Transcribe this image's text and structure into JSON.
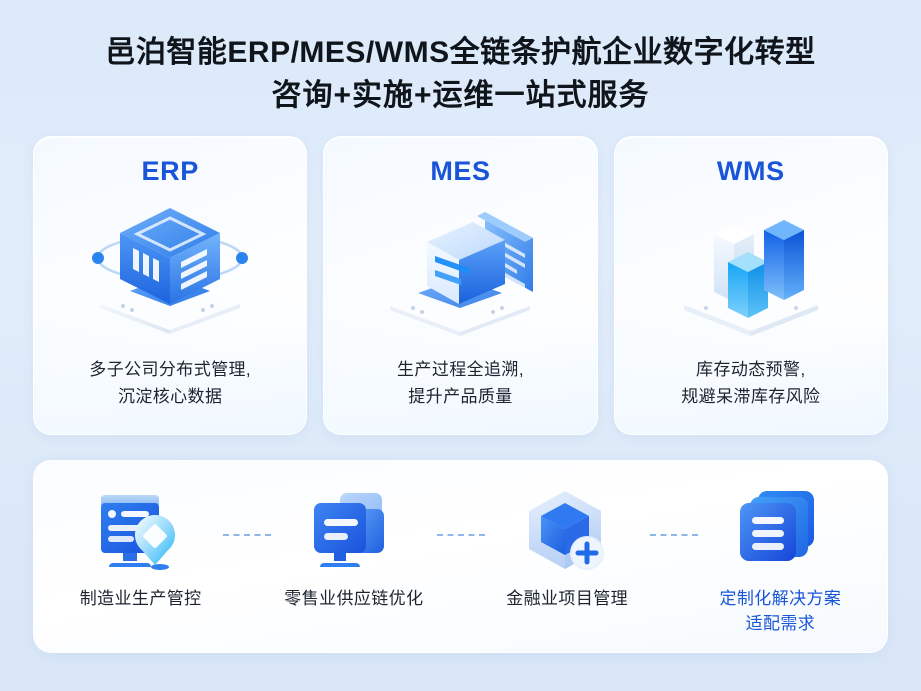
{
  "title": {
    "line1": "邑泊智能ERP/MES/WMS全链条护航企业数字化转型",
    "line2": "咨询+实施+运维一站式服务"
  },
  "colors": {
    "accent_blue": "#1a55d8",
    "page_background": "#dce9f8",
    "card_background": "#ffffff",
    "text_dark": "#1d2430",
    "connector": "#8fb6e8"
  },
  "cards": [
    {
      "heading": "ERP",
      "icon": "isometric-cube-server-icon",
      "desc_line1": "多子公司分布式管理,",
      "desc_line2": "沉淀核心数据"
    },
    {
      "heading": "MES",
      "icon": "isometric-documents-panel-icon",
      "desc_line1": "生产过程全追溯,",
      "desc_line2": "提升产品质量"
    },
    {
      "heading": "WMS",
      "icon": "isometric-bar-chart-icon",
      "desc_line1": "库存动态预警,",
      "desc_line2": "规避呆滞库存风险"
    }
  ],
  "flow": [
    {
      "icon": "monitor-location-pin-icon",
      "label_line1": "制造业生产管控",
      "label_line2": "",
      "highlight": false
    },
    {
      "icon": "stacked-monitors-icon",
      "label_line1": "零售业供应链优化",
      "label_line2": "",
      "highlight": false
    },
    {
      "icon": "cube-plus-icon",
      "label_line1": "金融业项目管理",
      "label_line2": "",
      "highlight": false
    },
    {
      "icon": "stacked-documents-icon",
      "label_line1": "定制化解决方案",
      "label_line2": "适配需求",
      "highlight": true
    }
  ]
}
